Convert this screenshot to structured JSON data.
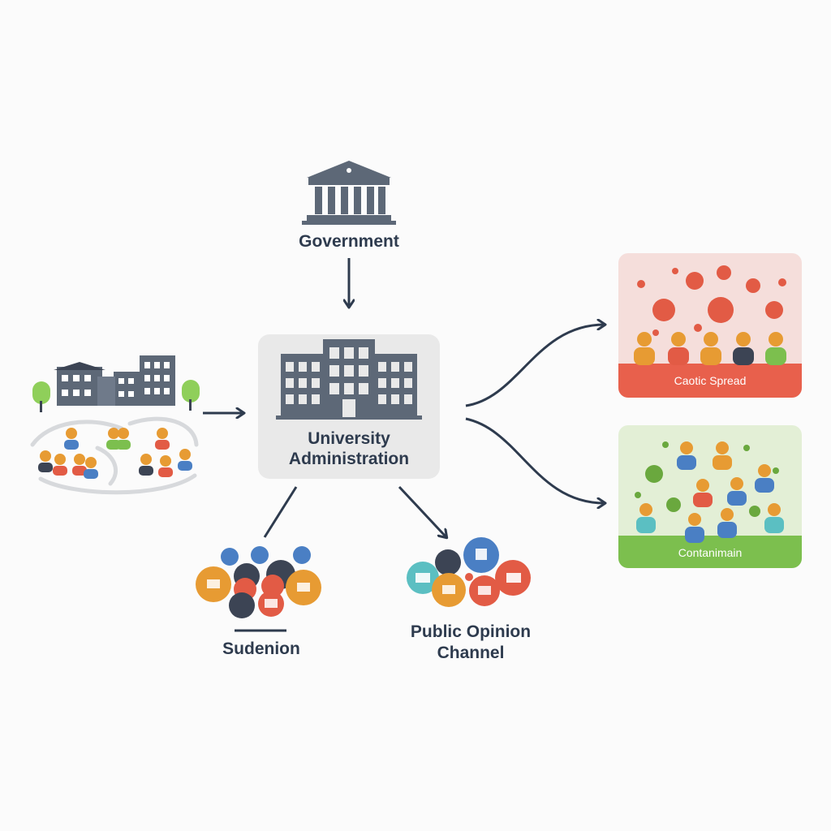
{
  "nodes": {
    "government": {
      "label": "Government"
    },
    "university": {
      "label_line1": "University",
      "label_line2": "Administration"
    },
    "students": {
      "label": "Sudenion"
    },
    "public_opinion": {
      "label_line1": "Public Opinion",
      "label_line2": "Channel"
    },
    "campus": {
      "label": ""
    }
  },
  "outcomes": {
    "chaotic": {
      "label": "Caotic Spread",
      "color": "#e8604c",
      "bg": "#f5dedb"
    },
    "containment": {
      "label": "Contanimain",
      "color": "#7cbf4e",
      "bg": "#e3efd6"
    }
  },
  "colors": {
    "text": "#2e3b4e",
    "arrow": "#2e3b4e",
    "building": "#5d6877",
    "box": "#e9e9e9",
    "tree": "#8fcf5a",
    "blue": "#4a7fc4",
    "orange": "#e79b33",
    "red": "#e25b45",
    "dark": "#3c4454",
    "teal": "#5bbfc2"
  },
  "icons": {
    "government": "government-building-icon",
    "university": "university-building-icon",
    "campus": "campus-community-icon",
    "virus": "virus-icon",
    "person": "person-icon",
    "chat": "chat-bubble-icon",
    "mail": "mail-icon"
  }
}
